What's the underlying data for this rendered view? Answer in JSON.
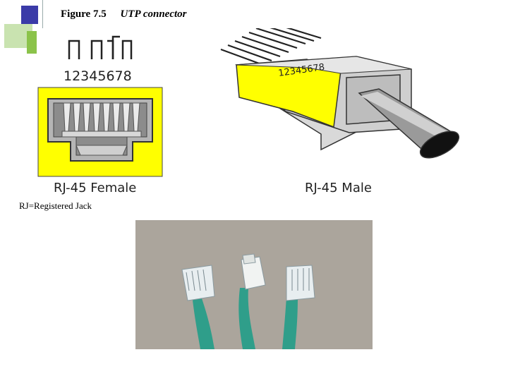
{
  "header": {
    "figure_number": "Figure 7.5",
    "caption": "UTP connector"
  },
  "female": {
    "pin_numbers": "12345678",
    "label": "RJ-45 Female"
  },
  "male": {
    "pin_numbers": "12345678",
    "label": "RJ-45 Male"
  },
  "note": "RJ=Registered Jack",
  "colors": {
    "accent_blue": "#3b3ba8",
    "accent_green": "#8bc34a",
    "jack_yellow": "#ffff00",
    "cable_teal": "#2f9e8a"
  }
}
